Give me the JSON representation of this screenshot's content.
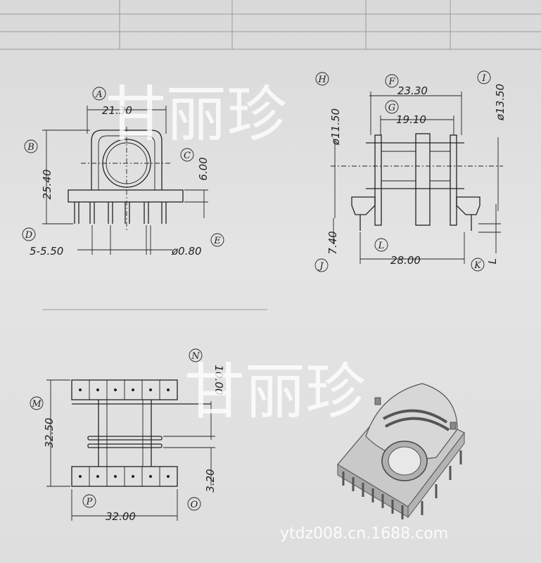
{
  "labels": {
    "A": "A",
    "B": "B",
    "C": "C",
    "D": "D",
    "E": "E",
    "F": "F",
    "G": "G",
    "H": "H",
    "I": "I",
    "J": "J",
    "K": "K",
    "L": "L",
    "M": "M",
    "N": "N",
    "O": "O",
    "P": "P"
  },
  "front_view": {
    "width_a": "21.30",
    "height_b": "25.40",
    "base_c": "6.00",
    "pin_pitch_d": "5-5.50",
    "pin_dia_e": "ø0.80"
  },
  "side_view": {
    "flange_f": "23.30",
    "core_g": "19.10",
    "bore_h": "ø11.50",
    "flange_i": "ø13.50",
    "pin_len_j": "7.40",
    "pin_span_l": "28.00",
    "side_l_letter": "L"
  },
  "top_view": {
    "height_m": "32.50",
    "gap_n": "10.00",
    "slot_o": "3.20",
    "width_p": "32.00"
  },
  "watermark": {
    "text1": "甘丽珍",
    "text2": "甘丽珍",
    "url": "ytdz008.cn.1688.com"
  }
}
